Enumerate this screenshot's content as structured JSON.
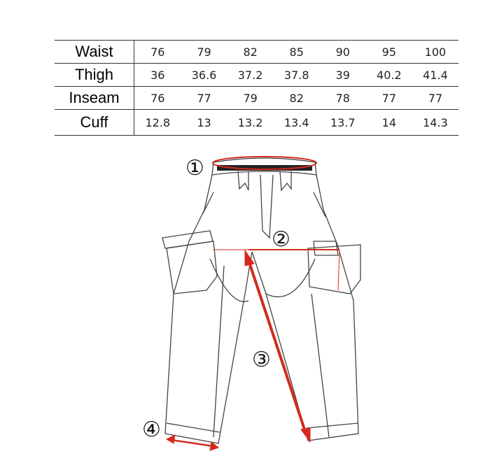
{
  "size_table": {
    "rows": [
      {
        "label": "Waist",
        "values": [
          "76",
          "79",
          "82",
          "85",
          "90",
          "95",
          "100"
        ]
      },
      {
        "label": "Thigh",
        "values": [
          "36",
          "36.6",
          "37.2",
          "37.8",
          "39",
          "40.2",
          "41.4"
        ]
      },
      {
        "label": "Inseam",
        "values": [
          "76",
          "77",
          "79",
          "82",
          "78",
          "77",
          "77"
        ]
      },
      {
        "label": "Cuff",
        "values": [
          "12.8",
          "13",
          "13.2",
          "13.4",
          "13.7",
          "14",
          "14.3"
        ]
      }
    ]
  },
  "diagram": {
    "markers": [
      "①",
      "②",
      "③",
      "④"
    ],
    "accent_color": "#d42a1e"
  }
}
